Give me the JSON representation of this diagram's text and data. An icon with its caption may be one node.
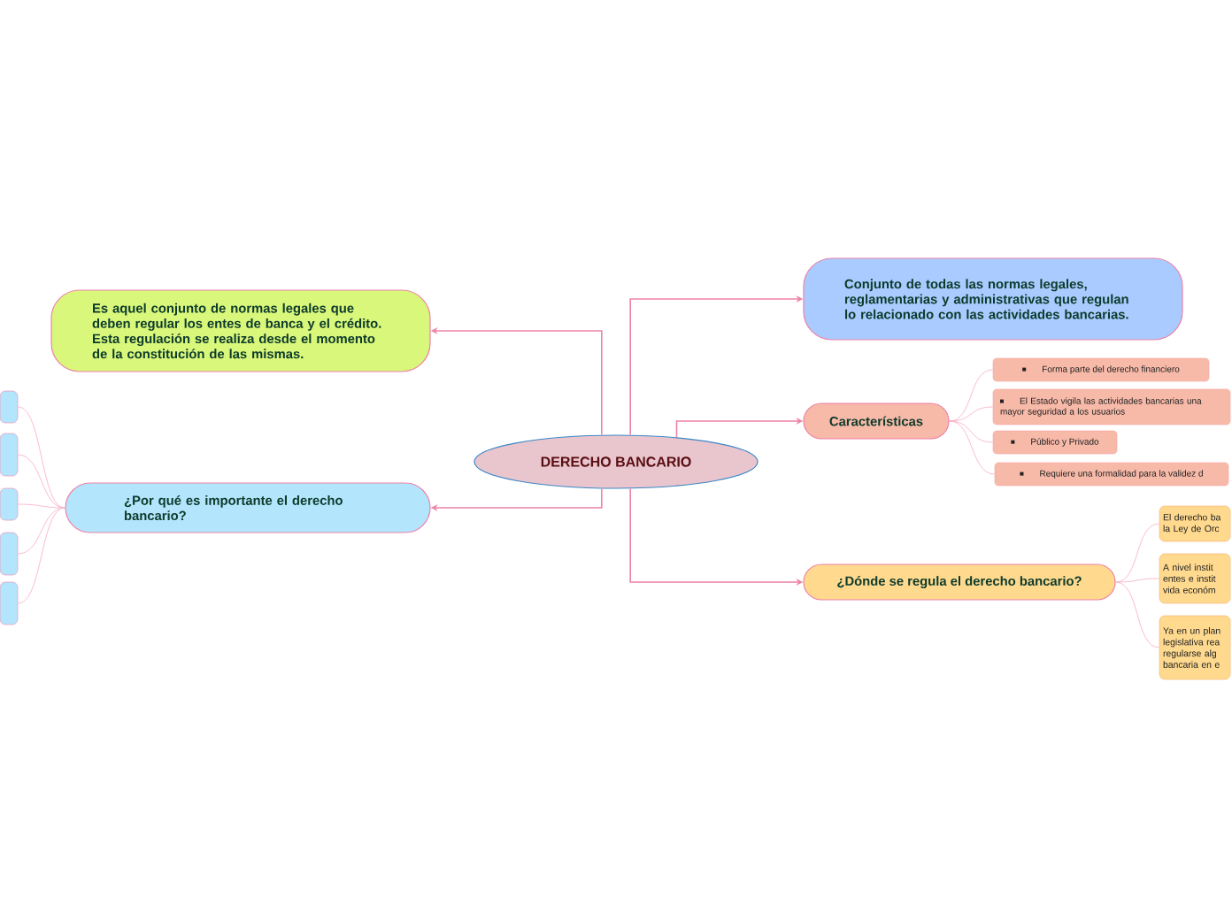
{
  "diagram": {
    "nodes": [
      {
        "text": [
          "DERECHO BANCARIO"
        ]
      },
      {
        "text": [
          "Conjunto de todas las normas legales, reglamentarias y administrativas que regulan lo relacionado con las actividades bancarias."
        ]
      },
      {
        "text": [
          "Características"
        ]
      },
      {
        "text": [
          "¿Dónde se regula el derecho bancario?"
        ]
      },
      {
        "text": [
          "Es aquel conjunto de normas legales que deben regular los entes de banca y el crédito. Esta regulación se realiza desde el momento de la constitución de las mismas."
        ]
      },
      {
        "text": [
          "¿Por qué es importante el derecho bancario?"
        ]
      },
      {
        "text": [
          "Forma parte del derecho financiero"
        ]
      },
      {
        "text": [
          "El Estado vigila las actividades bancarias una mayor seguridad a los usuarios"
        ]
      },
      {
        "text": [
          "Público y Privado"
        ]
      },
      {
        "text": [
          "Requiere una formalidad para la validez d"
        ]
      },
      {
        "text": [
          "El derecho ba la Ley de Orc"
        ]
      },
      {
        "text": [
          "A nivel instit entes e instit vida económ"
        ]
      },
      {
        "text": [
          "Ya en un plan legislativa rea regularse alg bancaria en e"
        ]
      },
      {
        "text": [],
        "shape": "box"
      },
      {
        "text": [],
        "shape": "box"
      },
      {
        "text": [],
        "shape": "box"
      },
      {
        "text": [],
        "shape": "box"
      },
      {
        "text": [],
        "shape": "box"
      }
    ],
    "edges": [
      {
        "from": 0,
        "to": 1,
        "arrow": "to",
        "color": "#ee82a8"
      },
      {
        "from": 0,
        "to": 2,
        "arrow": "to",
        "color": "#ee82a8"
      },
      {
        "from": 0,
        "to": 3,
        "arrow": "to",
        "color": "#ee82a8"
      },
      {
        "from": 0,
        "to": 4,
        "arrow": "to",
        "color": "#ee82a8"
      },
      {
        "from": 0,
        "to": 5,
        "arrow": "to",
        "color": "#ee82a8"
      },
      {
        "from": 2,
        "to": 6,
        "arrow": "none"
      },
      {
        "from": 2,
        "to": 7,
        "arrow": "none"
      },
      {
        "from": 2,
        "to": 8,
        "arrow": "none"
      },
      {
        "from": 2,
        "to": 9,
        "arrow": "none"
      },
      {
        "from": 3,
        "to": 10,
        "arrow": "none"
      },
      {
        "from": 3,
        "to": 11,
        "arrow": "none"
      },
      {
        "from": 3,
        "to": 12,
        "arrow": "none"
      },
      {
        "from": 5,
        "to": 13,
        "arrow": "none"
      },
      {
        "from": 5,
        "to": 14,
        "arrow": "none"
      },
      {
        "from": 5,
        "to": 15,
        "arrow": "none"
      },
      {
        "from": 5,
        "to": 16,
        "arrow": "none"
      },
      {
        "from": 5,
        "to": 17,
        "arrow": "none"
      }
    ]
  }
}
